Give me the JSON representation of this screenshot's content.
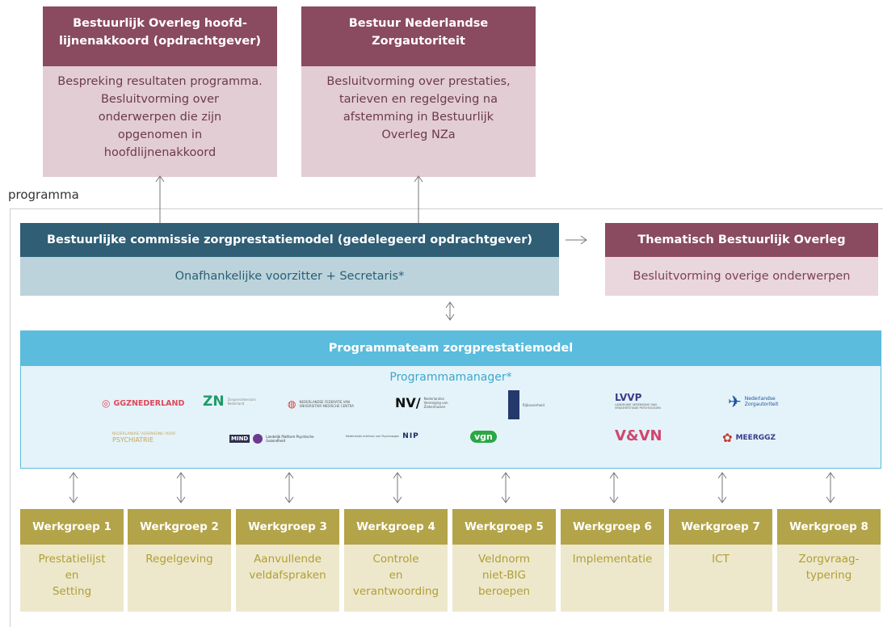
{
  "top_boxes": [
    {
      "title": "Bestuurlijk Overleg hoofd-\nlijnenakkoord (opdrachtgever)",
      "body": "Bespreking resultaten programma.\nBesluitvorming over\nonderwerpen die zijn\nopgenomen in\nhoofdlijnenakkoord"
    },
    {
      "title": "Bestuur Nederlandse\nZorgautoriteit",
      "body": "Besluitvorming over prestaties,\ntarieven en regelgeving na\nafstemming in Bestuurlijk\nOverleg NZa"
    }
  ],
  "programma_label": "programma",
  "commissie": {
    "title": "Bestuurlijke commissie zorgprestatiemodel (gedelegeerd opdrachtgever)",
    "body": "Onafhankelijke voorzitter + Secretaris*"
  },
  "thematisch": {
    "title": "Thematisch Bestuurlijk Overleg",
    "body": "Besluitvorming overige onderwerpen"
  },
  "programmateam": {
    "title": "Programmateam zorgprestatiemodel",
    "manager": "Programmamanager*"
  },
  "logos": {
    "ggz": "GGZNEDERLAND",
    "nvz": "Nederlandse Vereniging van Ziekenhuizen",
    "zn": "ZN",
    "zn_sub": "Zorgverzekeraars Nederland",
    "nfu": "NEDERLANDSE FEDERATIE VAN UNIVERSITAIR MEDISCHE CENTRA",
    "nvzl": "NV/",
    "rijk": "Rijksoverheid",
    "lvvp": "LVVP",
    "lvvp_sub": "LANDELIJKE VERENIGING VAN VRIJGEVESTIGDE PSYCHOLOGEN",
    "nza": "Nederlandse Zorgautoriteit",
    "nvvp1": "NEDERLANDSE VERENIGING VOOR",
    "nvvp2": "PSYCHIATRIE",
    "mind": "MIND",
    "mind_sub": "Landelijk Platform Psychische Gezondheid",
    "nip": "NIP",
    "nip_sub": "Nederlands Instituut van Psychologen",
    "vgn": "vgn",
    "venvn": "V&VN",
    "meerggz": "MEERGGZ"
  },
  "werkgroepen": [
    {
      "title": "Werkgroep 1",
      "body": "Prestatielijst\nen\nSetting"
    },
    {
      "title": "Werkgroep 2",
      "body": "Regelgeving"
    },
    {
      "title": "Werkgroep 3",
      "body": "Aanvullende\nveldafspraken"
    },
    {
      "title": "Werkgroep 4",
      "body": "Controle\nen\nverantwoording"
    },
    {
      "title": "Werkgroep 5",
      "body": "Veldnorm\nniet-BIG\nberoepen"
    },
    {
      "title": "Werkgroep 6",
      "body": "Implementatie"
    },
    {
      "title": "Werkgroep 7",
      "body": "ICT"
    },
    {
      "title": "Werkgroep 8",
      "body": "Zorgvraag-\ntypering"
    }
  ],
  "colors": {
    "plum": "#8a4a5f",
    "teal": "#2f5e75",
    "sky": "#5bbcdd",
    "olive": "#b3a449"
  }
}
